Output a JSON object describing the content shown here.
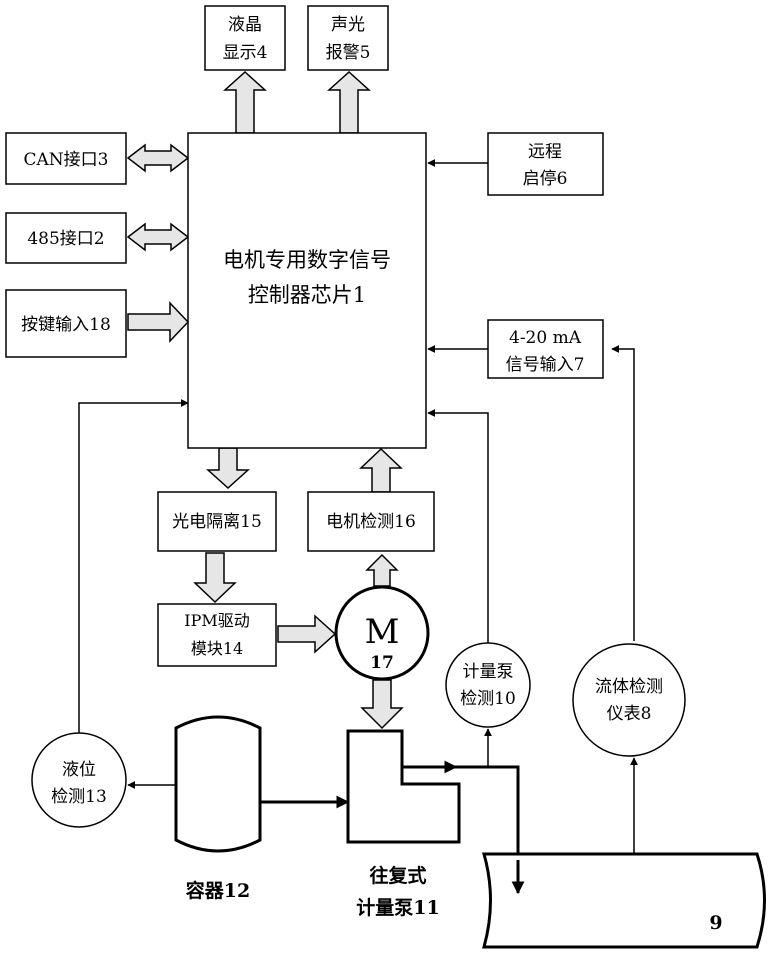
{
  "blocks": {
    "lcd": [
      "液晶",
      "显示4"
    ],
    "alarm": [
      "声光",
      "报警5"
    ],
    "can": "CAN接口3",
    "rs485": "485接口2",
    "keys": "按键输入18",
    "chip": [
      "电机专用数字信号",
      "控制器芯片1"
    ],
    "remote": [
      "远程",
      "启停6"
    ],
    "signal": [
      "4-20 mA",
      "信号输入7"
    ],
    "opto": "光电隔离15",
    "motor_detect": "电机检测16",
    "ipm": [
      "IPM驱动",
      "模块14"
    ],
    "motor": [
      "M",
      "17"
    ],
    "pump_detect": [
      "计量泵",
      "检测10"
    ],
    "flow_meter": [
      "流体检测",
      "仪表8"
    ],
    "level": [
      "液位",
      "检测13"
    ],
    "container": "容器12",
    "pump": [
      "往复式",
      "计量泵11"
    ],
    "pipe": "9"
  }
}
